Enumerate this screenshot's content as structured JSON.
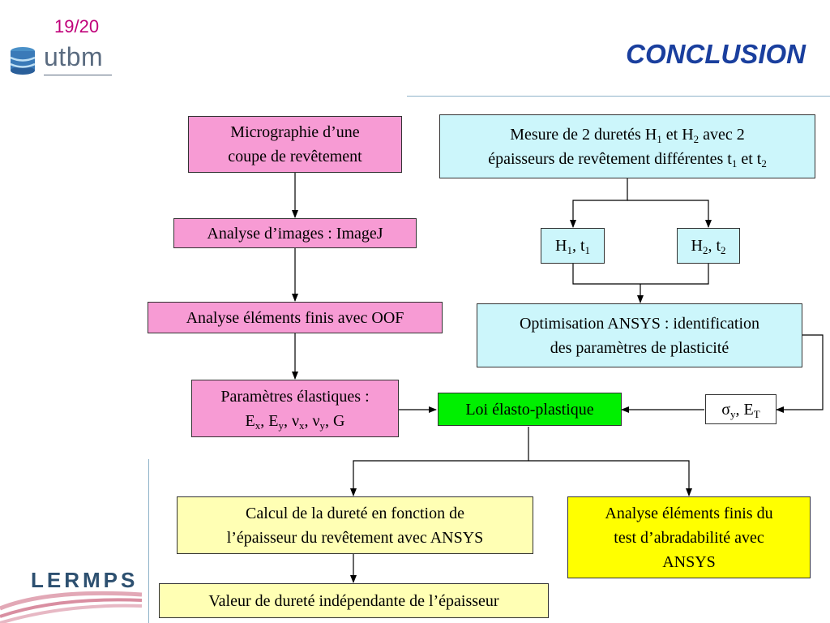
{
  "header": {
    "page_number": "19/20",
    "logo_text": "utbm",
    "title": "CONCLUSION"
  },
  "footer": {
    "logo_text": "LERMPS"
  },
  "diagram": {
    "nodes": {
      "micrographie": {
        "line1": "Micrographie d’une",
        "line2": "coupe de revêtement"
      },
      "analyse_images": {
        "text": "Analyse d’images : ImageJ"
      },
      "analyse_oof": {
        "text": "Analyse éléments finis avec OOF"
      },
      "parametres": {
        "line1": "Paramètres élastiques :"
      },
      "mesure": {
        "line1_a": "Mesure de 2 duretés H",
        "line1_sub1": "1",
        "line1_b": " et H",
        "line1_sub2": "2",
        "line1_c": " avec 2",
        "line2_a": "épaisseurs de revêtement différentes t",
        "line2_sub1": "1",
        "line2_b": " et t",
        "line2_sub2": "2"
      },
      "h1t1": {
        "a": "H",
        "sub1": "1",
        "b": ", t",
        "sub2": "1"
      },
      "h2t2": {
        "a": "H",
        "sub1": "2",
        "b": ", t",
        "sub2": "2"
      },
      "optimisation": {
        "line1": "Optimisation ANSYS : identification",
        "line2": "des paramètres de plasticité"
      },
      "loi": {
        "text": "Loi élasto-plastique"
      },
      "sigma": {
        "a": "σ",
        "sub1": "y",
        "b": ", E",
        "sub2": "T"
      },
      "calcul": {
        "line1": "Calcul de la dureté en fonction de",
        "line2": "l’épaisseur du revêtement avec ANSYS"
      },
      "analyse_abrad": {
        "line1": "Analyse éléments finis du",
        "line2": "test d’abradabilité avec",
        "line3": "ANSYS"
      },
      "valeur": {
        "text": "Valeur de dureté indépendante de l’épaisseur"
      }
    },
    "colors": {
      "pink": "#f79bd4",
      "cyan": "#ccf6fb",
      "green": "#00f000",
      "light_yellow": "#ffffb4",
      "yellow": "#ffff00",
      "title_blue": "#1a3f9e",
      "page_number": "#c0007a"
    }
  }
}
